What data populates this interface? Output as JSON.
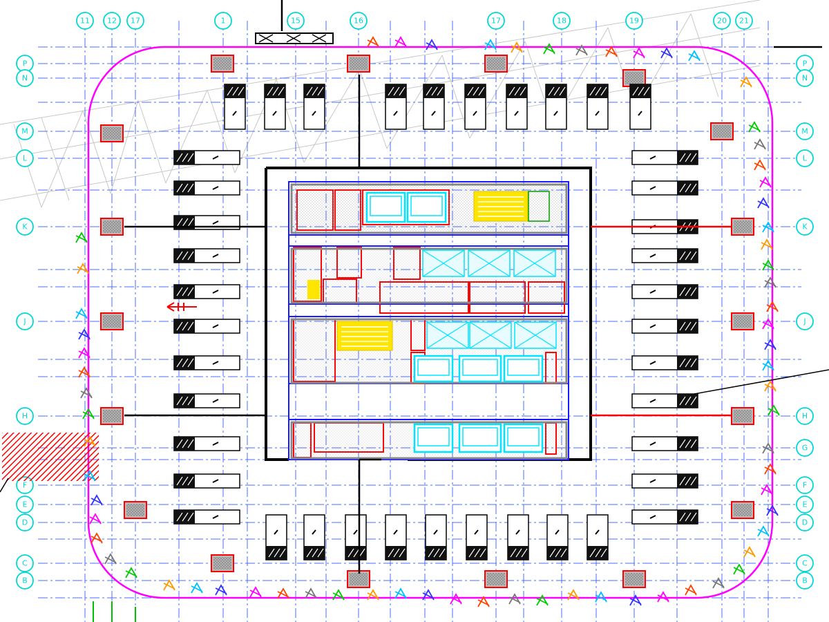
{
  "grid": {
    "column_labels": [
      "11",
      "12",
      "17",
      "1",
      "15",
      "16",
      "17",
      "18",
      "19",
      "20",
      "21"
    ],
    "row_labels_left": [
      "P",
      "N",
      "M",
      "L",
      "K",
      "J",
      "H",
      "F",
      "E",
      "D",
      "C",
      "B"
    ],
    "row_labels_right": [
      "P",
      "N",
      "M",
      "L",
      "K",
      "J",
      "H",
      "G",
      "F",
      "E",
      "D",
      "C",
      "B"
    ]
  },
  "colors": {
    "grid_line": "#4a6cff",
    "bubble": "#00d8d8",
    "outline": "#ff00ff",
    "column_fill": "#b8b8b8",
    "column_border": "#ff0000",
    "wall": "#000000",
    "core_border": "#1a1aff",
    "elevator": "#00e5ff",
    "stair": "#ffe600",
    "hatch": "#ff0000",
    "truss": "#c8c8c8"
  }
}
